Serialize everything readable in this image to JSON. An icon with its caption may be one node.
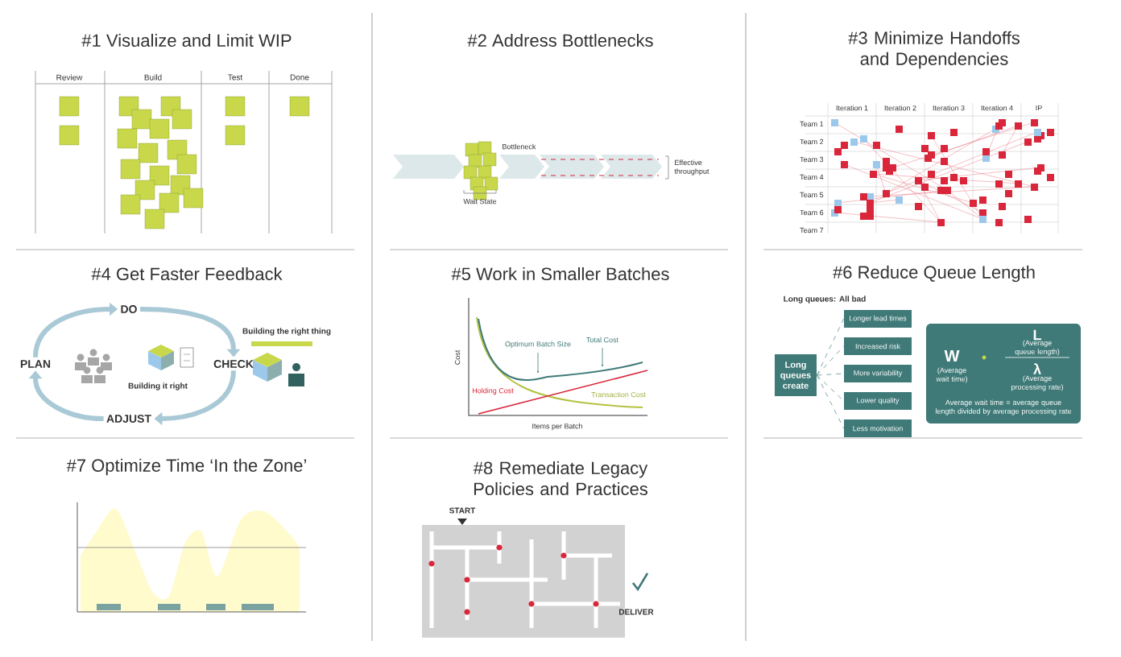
{
  "diagram": {
    "nodes": [
      {
        "text": [
          "DO"
        ]
      },
      {
        "text": [
          "CHECK"
        ]
      },
      {
        "text": [
          "ADJUST"
        ]
      },
      {
        "text": [
          "PLAN"
        ]
      },
      {
        "text": [
          "Long queues create"
        ]
      },
      {
        "text": [
          "Longer lead times"
        ]
      },
      {
        "text": [
          "Increased risk"
        ]
      },
      {
        "text": [
          "More variability"
        ]
      },
      {
        "text": [
          "Lower quality"
        ]
      },
      {
        "text": [
          "Less motivation"
        ]
      },
      {
        "text": [
          "W",
          "(Average wait time)",
          "L",
          "(Average queue length)",
          "λ",
          "(Average processing rate)",
          "Average wait time = average queue length divided by average processing rate"
        ]
      }
    ],
    "edges": [
      {
        "from": 0,
        "to": 1,
        "arrow": "to",
        "style": "thick",
        "color": "#a9c9d6"
      },
      {
        "from": 1,
        "to": 2,
        "arrow": "to",
        "style": "thick",
        "color": "#a9c9d6"
      },
      {
        "from": 2,
        "to": 3,
        "arrow": "to",
        "style": "thick",
        "color": "#a9c9d6"
      },
      {
        "from": 3,
        "to": 0,
        "arrow": "to",
        "style": "thick",
        "color": "#a9c9d6"
      },
      {
        "from": 4,
        "to": 5,
        "arrow": "none",
        "style": "dashed"
      },
      {
        "from": 4,
        "to": 6,
        "arrow": "none",
        "style": "dashed"
      },
      {
        "from": 4,
        "to": 7,
        "arrow": "none",
        "style": "dashed"
      },
      {
        "from": 4,
        "to": 8,
        "arrow": "none",
        "style": "dashed"
      },
      {
        "from": 4,
        "to": 9,
        "arrow": "none",
        "style": "dashed"
      }
    ],
    "labels": [
      "#1 Visualize and Limit WIP",
      "#2 Address Bottlenecks",
      "#3 Minimize Handoffs and Dependencies",
      "Review",
      "Build",
      "Test",
      "Done",
      "Bottleneck",
      "Effective throughput",
      "Wait State",
      "Iteration 1",
      "Iteration 2",
      "Iteration 3",
      "Iteration 4",
      "IP",
      "Team 1",
      "Team 2",
      "Team 3",
      "Team 4",
      "Team 5",
      "Team 6",
      "Team 7",
      "#4 Get Faster Feedback",
      "#5 Work in Smaller Batches",
      "#6 Reduce Queue Length",
      "Building the right thing",
      "Building it right",
      "Cost",
      "Optimum Batch Size",
      "Total Cost",
      "Holding Cost",
      "Transaction Cost",
      "Items per Batch",
      "Long queues: All bad",
      "#7 Optimize Time ‘In the Zone’",
      "#8 Remediate Legacy Policies and Practices",
      "START",
      "DELIVER"
    ]
  }
}
